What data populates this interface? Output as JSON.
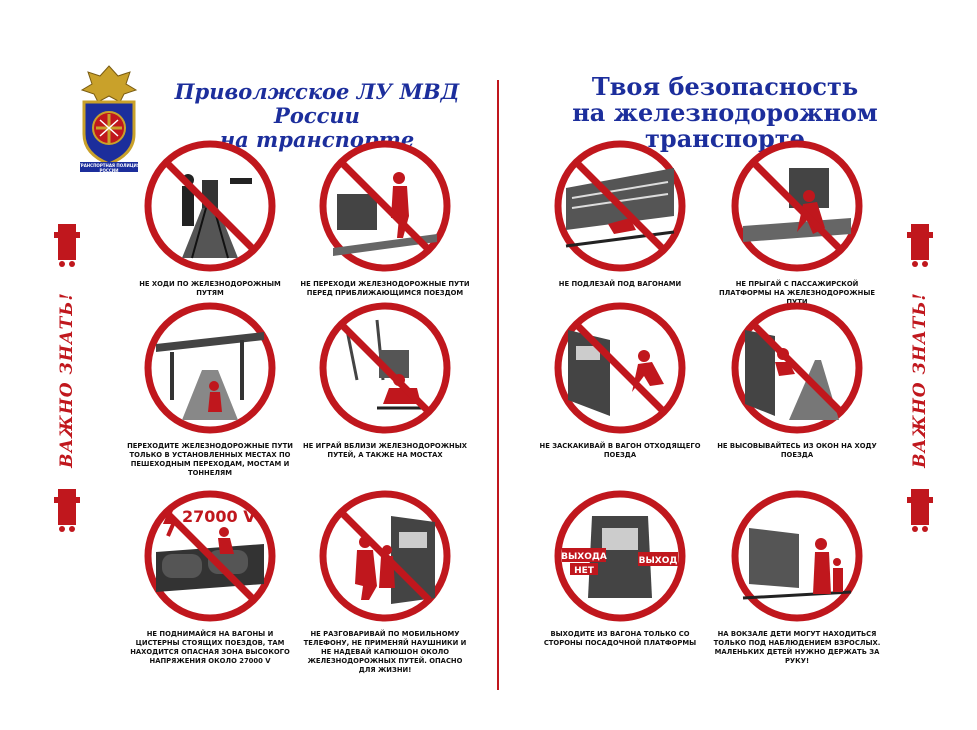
{
  "header": {
    "left_title_line1": "Приволжское ЛУ МВД России",
    "left_title_line2": "на транспорте",
    "right_title_line1": "Твоя безопасность",
    "right_title_line2": "на железнодорожном транспорте",
    "emblem_text": "ТРАНСПОРТНАЯ ПОЛИЦИЯ РОССИИ"
  },
  "side_banner": "ВАЖНО ЗНАТЬ!",
  "colors": {
    "accent": "#c0171d",
    "title_blue": "#1c2e9c"
  },
  "rules": [
    {
      "id": "walk-tracks",
      "icon": "person-walking-tracks-icon",
      "caption": "НЕ ХОДИ ПО ЖЕЛЕЗНОДОРОЖНЫМ ПУТЯМ"
    },
    {
      "id": "cross-before-train",
      "icon": "person-crossing-tracks-icon",
      "caption": "НЕ ПЕРЕХОДИ ЖЕЛЕЗНОДОРОЖНЫЕ ПУТИ ПЕРЕД ПРИБЛИЖАЮЩИМСЯ ПОЕЗДОМ"
    },
    {
      "id": "crawl-under",
      "icon": "person-crawling-under-wagon-icon",
      "caption": "НЕ ПОДЛЕЗАЙ ПОД ВАГОНАМИ"
    },
    {
      "id": "jump-platform",
      "icon": "person-jumping-platform-icon",
      "caption": "НЕ ПРЫГАЙ С ПАССАЖИРСКОЙ ПЛАТФОРМЫ НА ЖЕЛЕЗНОДОРОЖНЫЕ ПУТИ"
    },
    {
      "id": "use-crossings",
      "icon": "pedestrian-bridge-icon",
      "caption": "ПЕРЕХОДИТЕ ЖЕЛЕЗНОДОРОЖНЫЕ ПУТИ ТОЛЬКО В УСТАНОВЛЕННЫХ МЕСТАХ ПО ПЕШЕХОДНЫМ ПЕРЕХОДАМ, МОСТАМ И ТОННЕЛЯМ"
    },
    {
      "id": "no-playing",
      "icon": "children-sledding-icon",
      "caption": "НЕ ИГРАЙ ВБЛИЗИ ЖЕЛЕЗНОДОРОЖНЫХ ПУТЕЙ, А ТАКЖЕ НА МОСТАХ"
    },
    {
      "id": "jump-departing",
      "icon": "person-jumping-train-icon",
      "caption": "НЕ ЗАСКАКИВАЙ В ВАГОН ОТХОДЯЩЕГО ПОЕЗДА"
    },
    {
      "id": "lean-out",
      "icon": "person-leaning-window-icon",
      "caption": "НЕ ВЫСОВЫВАЙТЕСЬ ИЗ ОКОН НА ХОДУ ПОЕЗДА"
    },
    {
      "id": "climb-cisterns",
      "icon": "high-voltage-cistern-icon",
      "caption": "НЕ ПОДНИМАЙСЯ НА ВАГОНЫ И ЦИСТЕРНЫ СТОЯЩИХ ПОЕЗДОВ, ТАМ НАХОДИТСЯ ОПАСНАЯ ЗОНА ВЫСОКОГО НАПРЯЖЕНИЯ ОКОЛО 27000 V",
      "sign": "27000 V"
    },
    {
      "id": "phone-headphones",
      "icon": "person-with-phone-icon",
      "caption": "НЕ РАЗГОВАРИВАЙ ПО МОБИЛЬНОМУ ТЕЛЕФОНУ, НЕ ПРИМЕНЯЙ НАУШНИКИ И НЕ НАДЕВАЙ КАПЮШОН ОКОЛО ЖЕЛЕЗНОДОРОЖНЫХ ПУТЕЙ. ОПАСНО ДЛЯ ЖИЗНИ!"
    },
    {
      "id": "exit-platform",
      "icon": "exit-signs-icon",
      "caption": "ВЫХОДИТЕ ИЗ ВАГОНА ТОЛЬКО СО СТОРОНЫ ПОСАДОЧНОЙ ПЛАТФОРМЫ",
      "sign_no_exit_1": "ВЫХОДА",
      "sign_no_exit_2": "НЕТ",
      "sign_exit": "ВЫХОД"
    },
    {
      "id": "children-supervision",
      "icon": "adult-with-child-icon",
      "caption": "НА ВОКЗАЛЕ ДЕТИ МОГУТ НАХОДИТЬСЯ ТОЛЬКО ПОД НАБЛЮДЕНИЕМ ВЗРОСЛЫХ. МАЛЕНЬКИХ ДЕТЕЙ НУЖНО ДЕРЖАТЬ ЗА РУКУ!"
    }
  ]
}
